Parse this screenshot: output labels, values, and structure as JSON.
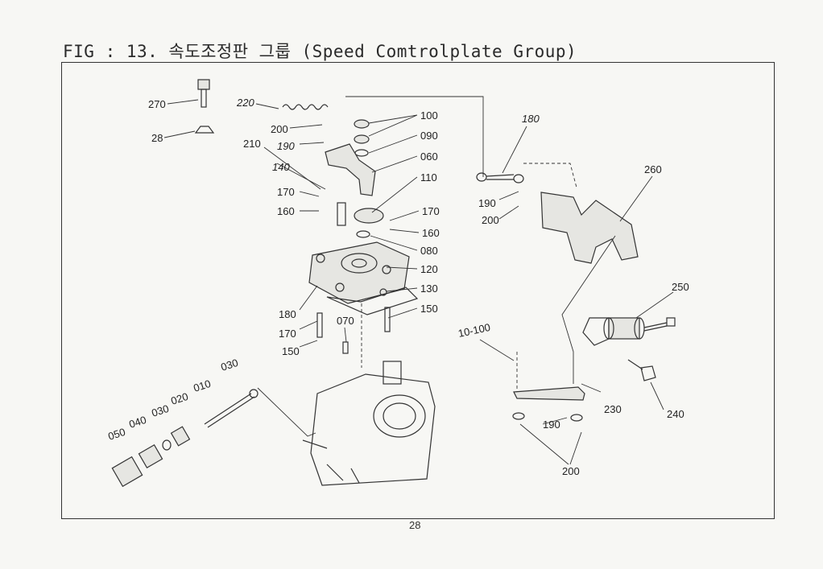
{
  "title": "FIG : 13. 속도조정판 그룹 (Speed Comtrolplate Group)",
  "page_number": "28",
  "callouts": {
    "c270": "270",
    "c28": "28",
    "c220": "220",
    "c200a": "200",
    "c210": "210",
    "c190a": "190",
    "c140": "140",
    "c170a": "170",
    "c160a": "160",
    "c100": "100",
    "c090": "090",
    "c060": "060",
    "c110": "110",
    "c170b": "170",
    "c160b": "160",
    "c080": "080",
    "c120": "120",
    "c130": "130",
    "c150a": "150",
    "c180a": "180",
    "c170c": "170",
    "c150b": "150",
    "c070": "070",
    "c030a": "030",
    "c010": "010",
    "c020": "020",
    "c030b": "030",
    "c040": "040",
    "c050": "050",
    "c180b": "180",
    "c190b": "190",
    "c200b": "200",
    "c260": "260",
    "c250": "250",
    "c10100": "10-100",
    "c230": "230",
    "c240": "240",
    "c190c": "190",
    "c200c": "200"
  }
}
